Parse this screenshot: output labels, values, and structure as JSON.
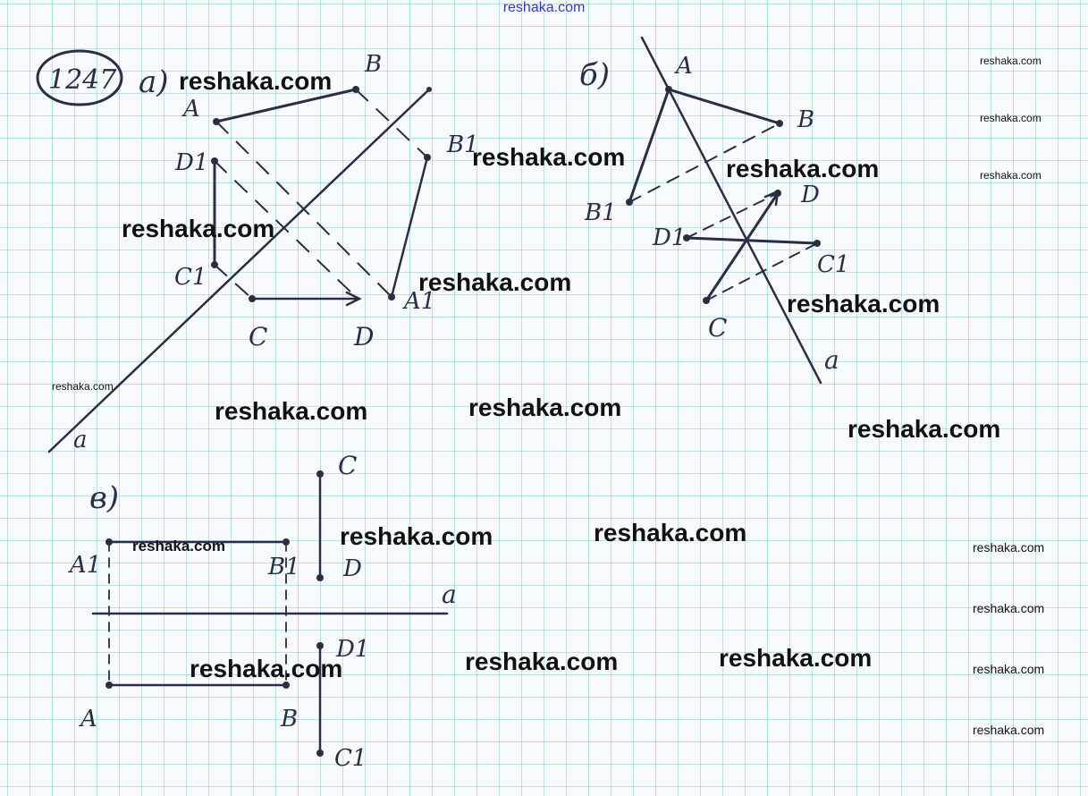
{
  "header": {
    "site": "reshaka.com"
  },
  "problem": {
    "number": "1247"
  },
  "parts": {
    "a": {
      "label": "а)",
      "points": {
        "A": "A",
        "B": "B",
        "B1": "B1",
        "A1": "A1",
        "D1": "D1",
        "C1": "C1",
        "C": "C",
        "D": "D"
      },
      "axis": "a"
    },
    "b": {
      "label": "б)",
      "points": {
        "A": "A",
        "B": "B",
        "B1": "B1",
        "D": "D",
        "D1": "D1",
        "C1": "C1",
        "C": "C"
      },
      "axis": "a"
    },
    "v": {
      "label": "в)",
      "points": {
        "A1": "A1",
        "B1": "B1",
        "C": "C",
        "D": "D",
        "D1": "D1",
        "A": "A",
        "B": "B",
        "C1": "C1"
      },
      "axis": "a"
    }
  },
  "watermarks": {
    "big": "reshaka.com",
    "small": "reshaka.com"
  }
}
